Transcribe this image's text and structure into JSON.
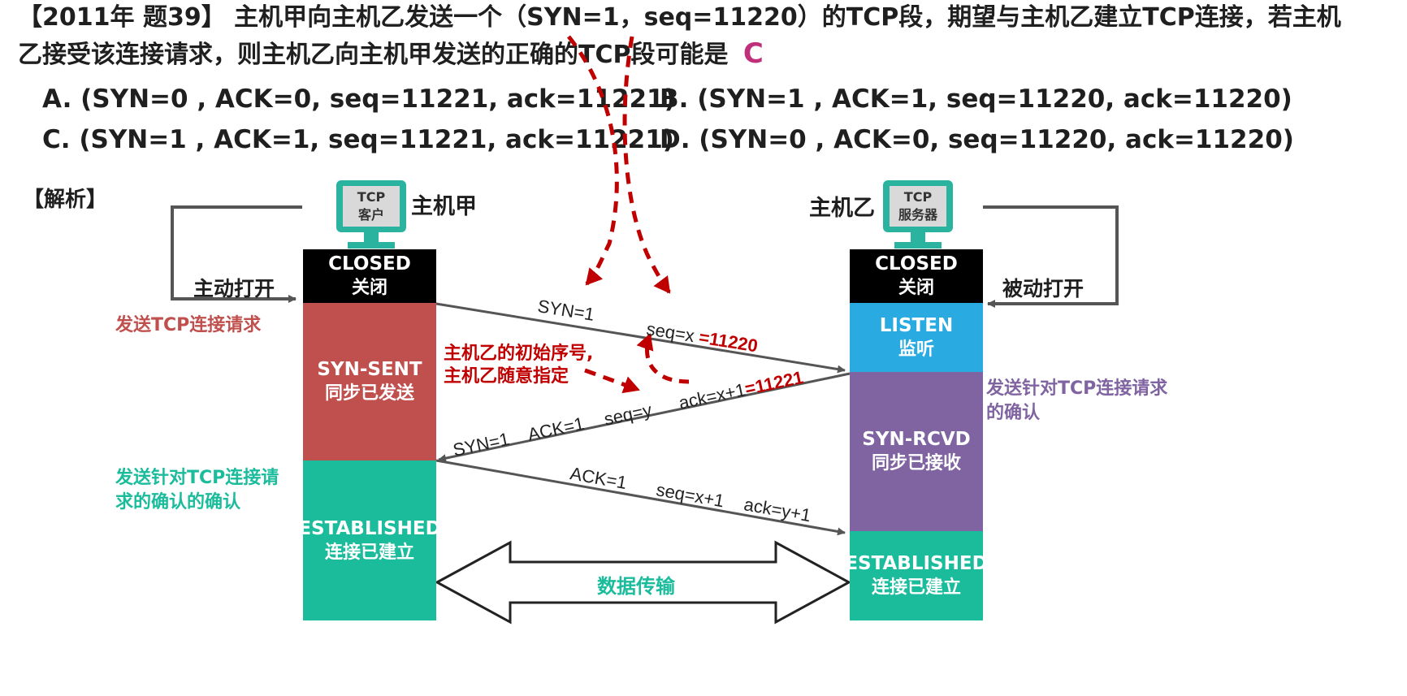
{
  "question": {
    "tag": "【2011年 题39】",
    "line1": "主机甲向主机乙发送一个（SYN=1，seq=11220）的TCP段，期望与主机乙建立TCP连接，若主机",
    "line2": "乙接受该连接请求，则主机乙向主机甲发送的正确的TCP段可能是",
    "answer": "C"
  },
  "options": {
    "a": "A. (SYN=0 , ACK=0, seq=11221, ack=11221)",
    "b": "B. (SYN=1 , ACK=1, seq=11220, ack=11220)",
    "c": "C. (SYN=1 , ACK=1, seq=11221, ack=11221)",
    "d": "D. (SYN=0 , ACK=0, seq=11220, ack=11220)"
  },
  "analysis_label": "【解析】",
  "client": {
    "screen_line1": "TCP",
    "screen_line2": "客户",
    "name": "主机甲",
    "open": "主动打开",
    "send_request": "发送TCP连接请求",
    "send_ack_line1": "发送针对TCP连接请",
    "send_ack_line2": "求的确认的确认",
    "states": [
      {
        "en": "CLOSED",
        "zh": "关闭",
        "color": "#000000"
      },
      {
        "en": "SYN-SENT",
        "zh": "同步已发送",
        "color": "#c0504d"
      },
      {
        "en": "ESTABLISHED",
        "zh": "连接已建立",
        "color": "#1abc9c"
      }
    ]
  },
  "server": {
    "screen_line1": "TCP",
    "screen_line2": "服务器",
    "name": "主机乙",
    "open": "被动打开",
    "send_ack_line1": "发送针对TCP连接请求",
    "send_ack_line2": "的确认",
    "states": [
      {
        "en": "CLOSED",
        "zh": "关闭",
        "color": "#000000"
      },
      {
        "en": "LISTEN",
        "zh": "监听",
        "color": "#29abe2"
      },
      {
        "en": "SYN-RCVD",
        "zh": "同步已接收",
        "color": "#8064a2"
      },
      {
        "en": "ESTABLISHED",
        "zh": "连接已建立",
        "color": "#1abc9c"
      }
    ]
  },
  "messages": {
    "syn": "SYN=1",
    "seq_x": "seq=x",
    "seq_x_value": "=11220",
    "reply_syn": "SYN=1",
    "reply_ack": "ACK=1",
    "reply_seq": "seq=y",
    "reply_ack_val": "ack=x+1",
    "reply_ack_value": "=11221",
    "final_ack": "ACK=1",
    "final_seq": "seq=x+1",
    "final_ackno": "ack=y+1"
  },
  "annotation": {
    "line1": "主机乙的初始序号,",
    "line2": "主机乙随意指定"
  },
  "data_transfer": "数据传输",
  "colors": {
    "teal": "#1abc9c",
    "red_text": "#c0504d",
    "purple_text": "#8064a2",
    "annotation_red": "#c00000",
    "answer_pink": "#c0307a",
    "arrow_gray": "#555555"
  }
}
